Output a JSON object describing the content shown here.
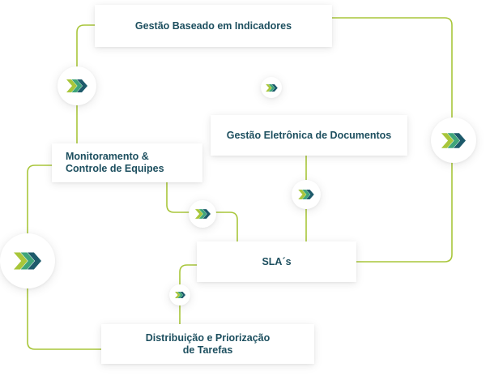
{
  "colors": {
    "connector": "#a8c63a",
    "text": "#1d4f5f",
    "chevron_light": "#a8c63a",
    "chevron_mid": "#3fa57a",
    "chevron_dark": "#1d5a6b"
  },
  "icons": {
    "badge": "triple-chevron-right-icon"
  },
  "nodes": {
    "gestao_indicadores": "Gestão Baseado em Indicadores",
    "gestao_documentos": "Gestão Eletrônica de Documentos",
    "monitoramento": {
      "line1": "Monitoramento &",
      "line2": "Controle de Equipes"
    },
    "sla": "SLA´s",
    "distribuicao": {
      "line1": "Distribuição e Priorização",
      "line2": "de Tarefas"
    }
  }
}
